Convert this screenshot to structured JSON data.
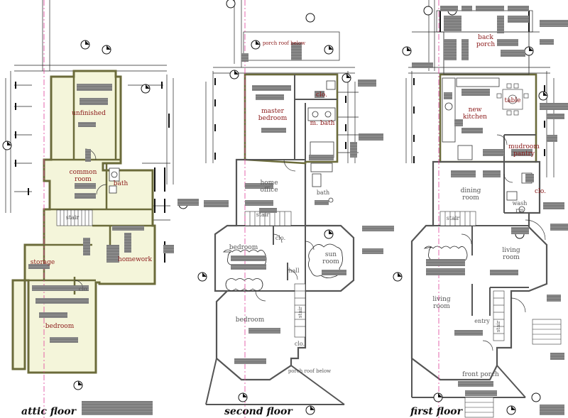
{
  "colors": {
    "wall": "#6b6b3a",
    "fill": "#f4f5da",
    "accent": "#8b1a1a",
    "redact": "#8a8a8a",
    "axis": "#e0409a"
  },
  "captions": {
    "attic": "attic floor",
    "second": "second floor",
    "first": "first floor"
  },
  "attic": {
    "unfinished": "unfinished",
    "common_room": "common\nroom",
    "bath": "bath",
    "homework": "homework",
    "storage": "storage",
    "bedroom": "bedroom",
    "clo": "clo.",
    "stair": "stair"
  },
  "second": {
    "porch_roof_top": "porch roof below",
    "clo_top": "clo.",
    "master_bedroom": "master\nbedroom",
    "m_bath": "m. bath",
    "home_office": "home\noffice",
    "bath": "bath",
    "stair": "stair",
    "clo_mid": "clo.",
    "bedroom_left": "bedroom",
    "sun_room": "sun\nroom",
    "hall": "hall",
    "bedroom_bottom": "bedroom",
    "stair_vertical": "stair",
    "clo_bottom": "clo.",
    "porch_roof_bottom": "porch roof below"
  },
  "first": {
    "back_porch": "back\nporch",
    "new_kitchen": "new\nkitchen",
    "table": "table",
    "mudroom_pantry": "mudroom\npantry",
    "dining_room": "dining\nroom",
    "wash_rm": "wash\nrm",
    "clo": "clo.",
    "stair_top": "stair",
    "living_room_right": "living\nroom",
    "living_room_left": "living\nroom",
    "entry": "entry",
    "stair_vertical": "stair",
    "front_porch": "front porch"
  }
}
